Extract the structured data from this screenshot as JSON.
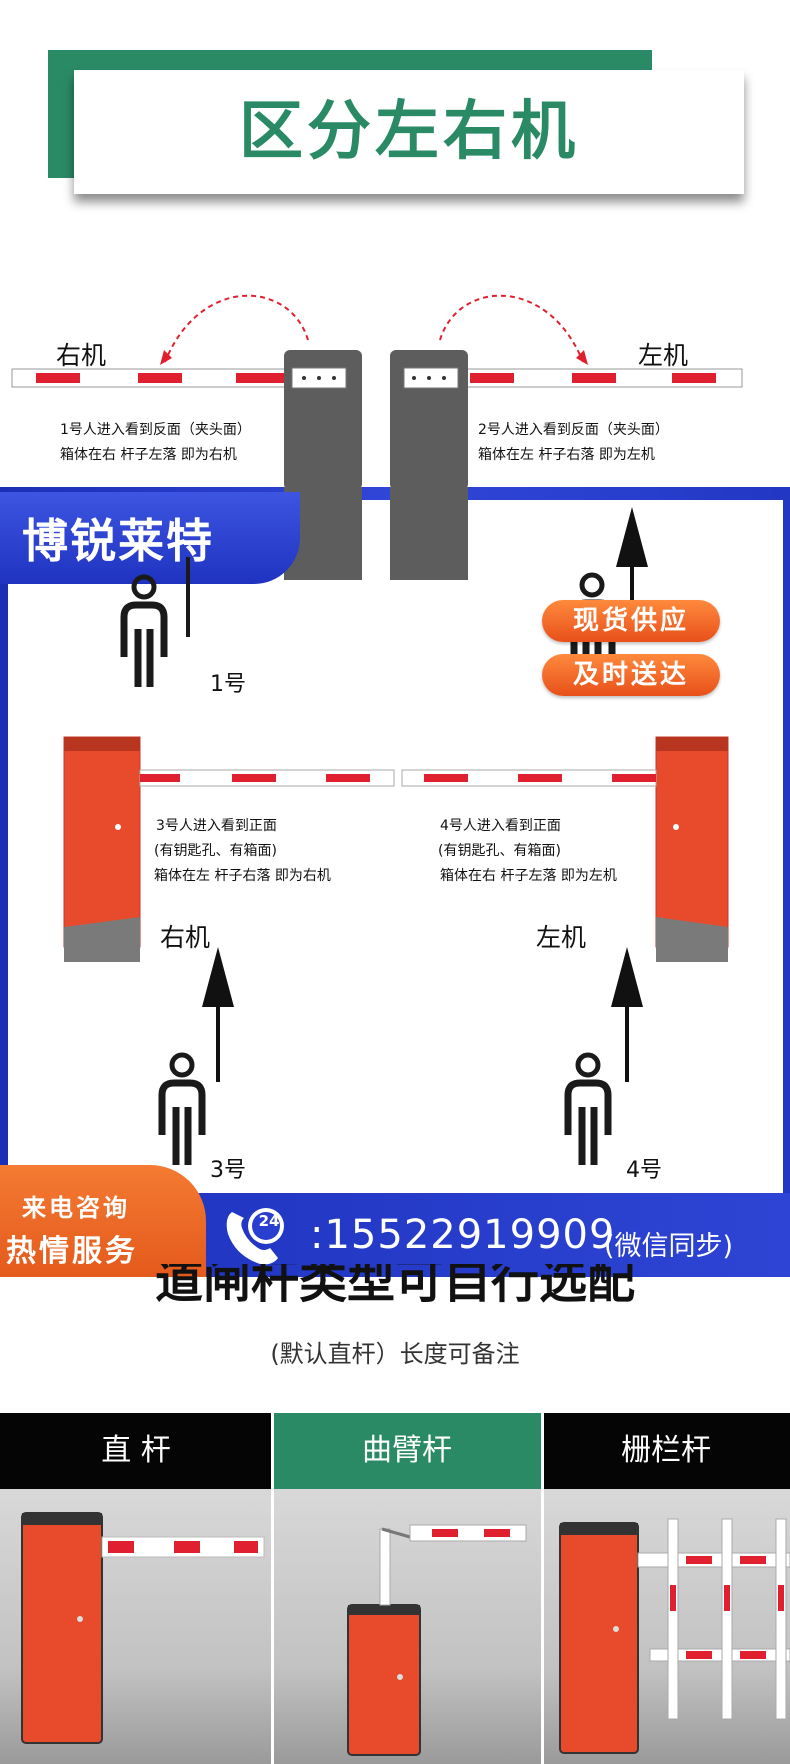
{
  "title": "区分左右机",
  "top_diagram": {
    "right_label": "右机",
    "left_label": "左机",
    "note1_line1": "1号人进入看到反面（夹头面）",
    "note1_line2": "箱体在右 杆子左落 即为右机",
    "note2_line1": "2号人进入看到反面（夹头面）",
    "note2_line2": "箱体在左 杆子右落 即为左机"
  },
  "brand": "博锐莱特",
  "badges": [
    "现货供应",
    "及时送达"
  ],
  "people": {
    "p1": "1号",
    "p3": "3号",
    "p4": "4号"
  },
  "bottom_diagram": {
    "note3_line1": "3号人进入看到正面",
    "note3_line2": "(有钥匙孔、有箱面)",
    "note3_line3": "箱体在左 杆子右落 即为右机",
    "note4_line1": "4号人进入看到正面",
    "note4_line2": "(有钥匙孔、有箱面)",
    "note4_line3": "箱体在右 杆子左落 即为左机",
    "right_label": "右机",
    "left_label": "左机"
  },
  "contact": {
    "line1": "来电咨询",
    "line2": "热情服务",
    "badge": "24",
    "phone": ":15522919909",
    "note": "(微信同步)"
  },
  "section2": {
    "title": "道闸杆类型可自行选配",
    "subtitle": "(默认直杆）长度可备注"
  },
  "tabs": [
    {
      "label": "直 杆"
    },
    {
      "label": "曲臂杆"
    },
    {
      "label": "栅栏杆"
    }
  ],
  "colors": {
    "green": "#2a8a66",
    "blue": "#2a3fcf",
    "orange": "#ec5a1e",
    "cabinet_red": "#e84a2c",
    "bar_red": "#e0202e"
  }
}
